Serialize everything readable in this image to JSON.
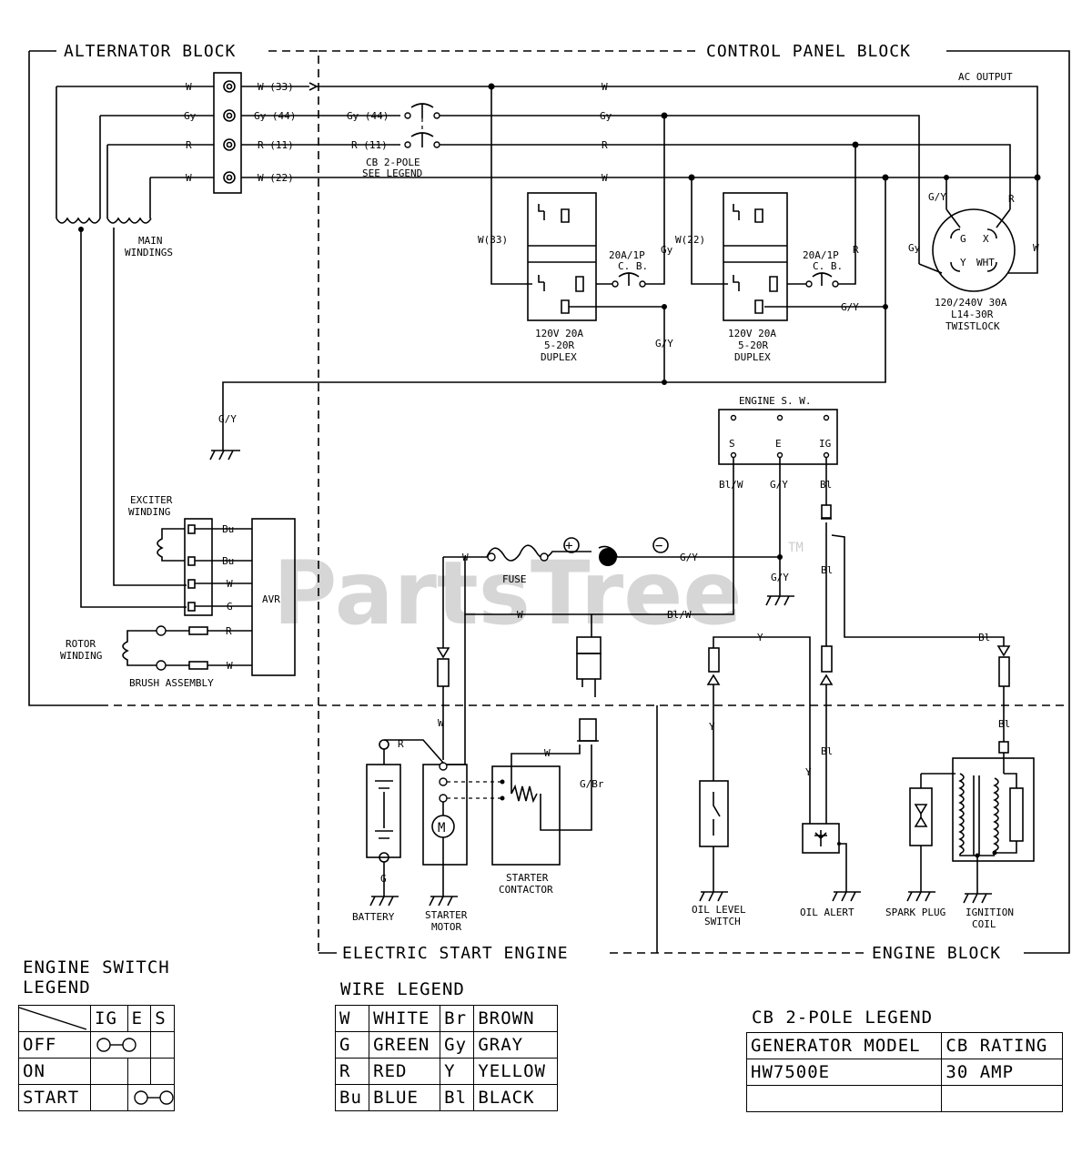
{
  "blocks": {
    "alternator": "ALTERNATOR BLOCK",
    "control_panel": "CONTROL PANEL BLOCK",
    "electric_start": "ELECTRIC START ENGINE",
    "engine": "ENGINE BLOCK"
  },
  "watermark": {
    "text": "PartsTree",
    "tm": "TM"
  },
  "labels": {
    "ac_output": "AC OUTPUT",
    "main_windings": [
      "MAIN",
      "WINDINGS"
    ],
    "cb_2pole": [
      "CB 2-POLE",
      "SEE LEGEND"
    ],
    "duplex1": [
      "120V 20A",
      "5-20R",
      "DUPLEX"
    ],
    "duplex2": [
      "120V 20A",
      "5-20R",
      "DUPLEX"
    ],
    "cb1": [
      "20A/1P",
      "C. B."
    ],
    "cb2": [
      "20A/1P",
      "C. B."
    ],
    "twistlock": [
      "120/240V 30A",
      "L14-30R",
      "TWISTLOCK"
    ],
    "twist_terms": {
      "g": "G",
      "x": "X",
      "y": "Y",
      "wht": "WHT"
    },
    "engine_sw": "ENGINE S. W.",
    "sw_terms": {
      "s": "S",
      "e": "E",
      "ig": "IG"
    },
    "exciter": [
      "EXCITER",
      "WINDING"
    ],
    "rotor": [
      "ROTOR",
      "WINDING"
    ],
    "brush": "BRUSH ASSEMBLY",
    "avr": "AVR",
    "fuse": "FUSE",
    "plus": "+",
    "minus": "−",
    "battery": "BATTERY",
    "starter_motor": [
      "STARTER",
      "MOTOR"
    ],
    "motor_m": "M",
    "starter_contactor": [
      "STARTER",
      "CONTACTOR"
    ],
    "oil_level": [
      "OIL LEVEL",
      "SWITCH"
    ],
    "oil_alert": "OIL ALERT",
    "spark_plug": "SPARK PLUG",
    "ignition_coil": [
      "IGNITION",
      "COIL"
    ]
  },
  "wires": {
    "w33": "W (33)",
    "gy44": "Gy (44)",
    "r11": "R (11)",
    "w22": "W (22)",
    "w": "W",
    "gy": "Gy",
    "r": "R",
    "gy44b": "Gy (44)",
    "r11b": "R (11)",
    "w33v": "W(33)",
    "w22v": "W(22)",
    "gslash": "G/Y",
    "bu": "Bu",
    "g": "G",
    "blw": "Bl/W",
    "bl": "Bl",
    "y": "Y",
    "gbr": "G/Br"
  },
  "engine_switch_legend": {
    "title": [
      "ENGINE SWITCH",
      "LEGEND"
    ],
    "headers": [
      "IG",
      "E",
      "S"
    ],
    "rows": [
      "OFF",
      "ON",
      "START"
    ]
  },
  "wire_legend": {
    "title": "WIRE LEGEND",
    "rows": [
      [
        "W",
        "WHITE",
        "Br",
        "BROWN"
      ],
      [
        "G",
        "GREEN",
        "Gy",
        "GRAY"
      ],
      [
        "R",
        "RED",
        "Y",
        "YELLOW"
      ],
      [
        "Bu",
        "BLUE",
        "Bl",
        "BLACK"
      ]
    ]
  },
  "cb_legend": {
    "title": "CB 2-POLE LEGEND",
    "headers": [
      "GENERATOR MODEL",
      "CB RATING"
    ],
    "rows": [
      [
        "HW7500E",
        "30 AMP"
      ],
      [
        "",
        ""
      ]
    ]
  }
}
